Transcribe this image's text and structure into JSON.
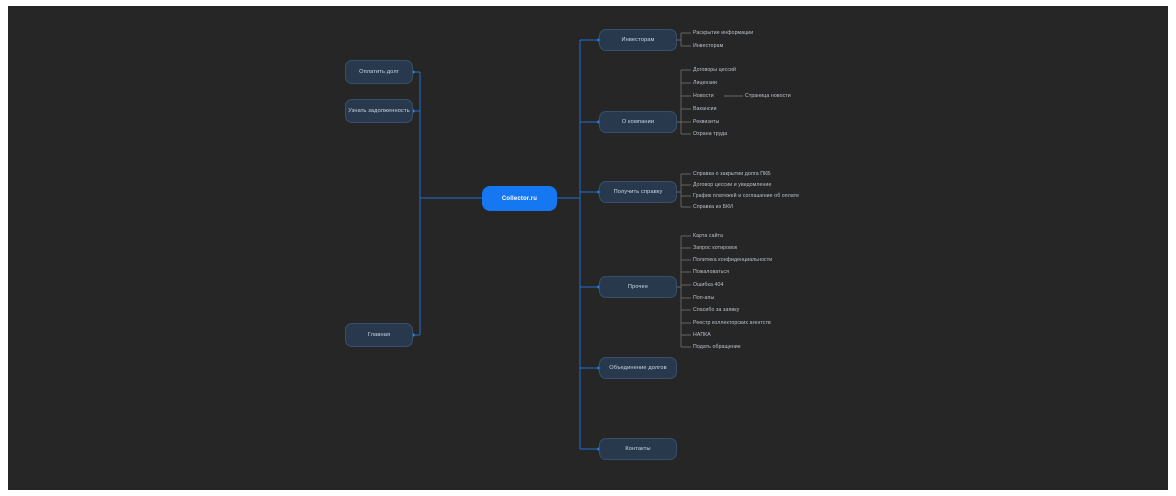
{
  "canvas": {
    "background": "#262626",
    "accent": "#1677f2",
    "node_fill": "#28394d",
    "node_border": "#36506b",
    "text_color": "#cfd8e3",
    "leaf_color": "#b9c2cc"
  },
  "root": {
    "label": "Collector.ru"
  },
  "left_branch": [
    {
      "label": "Оплатить долг"
    },
    {
      "label": "Узнать задолженность"
    },
    {
      "label": "Главная"
    }
  ],
  "right_branch": [
    {
      "label": "Инвесторам",
      "children": [
        {
          "label": "Раскрытие информации"
        },
        {
          "label": "Инвесторам"
        }
      ]
    },
    {
      "label": "О компании",
      "children": [
        {
          "label": "Договоры цессий"
        },
        {
          "label": "Лицензии"
        },
        {
          "label": "Новости",
          "child": "Страница новости"
        },
        {
          "label": "Вакансии"
        },
        {
          "label": "Реквизиты"
        },
        {
          "label": "Охрана труда"
        }
      ]
    },
    {
      "label": "Получить справку",
      "children": [
        {
          "label": "Справка о закрытии долга ПКБ"
        },
        {
          "label": "Договор цессии и уведомление"
        },
        {
          "label": "График платежей и соглашение об оплате"
        },
        {
          "label": "Справка из БКИ"
        }
      ]
    },
    {
      "label": "Прочее",
      "children": [
        {
          "label": "Карта сайта"
        },
        {
          "label": "Запрос котировок"
        },
        {
          "label": "Политика конфиденциальности"
        },
        {
          "label": "Пожаловаться"
        },
        {
          "label": "Ошибка 404"
        },
        {
          "label": "Поп-апы"
        },
        {
          "label": "Спасибо за заявку"
        },
        {
          "label": "Реестр коллекторских агентств"
        },
        {
          "label": "НАПКА"
        },
        {
          "label": "Подать обращение"
        }
      ]
    },
    {
      "label": "Объединение долгов",
      "children": []
    },
    {
      "label": "Контакты",
      "children": []
    }
  ]
}
